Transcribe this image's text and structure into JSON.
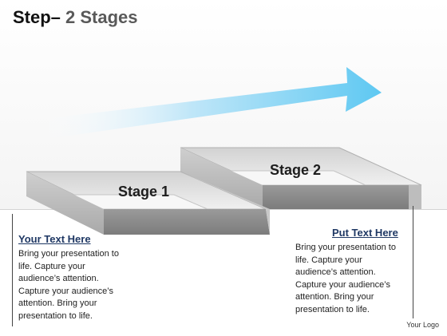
{
  "title": {
    "main": "Step–",
    "sub": " 2 Stages"
  },
  "stages": [
    {
      "label": "Stage 1"
    },
    {
      "label": "Stage 2"
    }
  ],
  "callouts": [
    {
      "heading": "Your Text Here",
      "lines": [
        "Bring your presentation to",
        "life. Capture your",
        "audience’s attention.",
        "Capture your audience’s",
        "attention. Bring your",
        "presentation to life."
      ]
    },
    {
      "heading": "Put Text Here",
      "lines": [
        "Bring your presentation to",
        "life. Capture your",
        "audience’s attention.",
        "Capture your audience’s",
        "attention. Bring your",
        "presentation to life."
      ]
    }
  ],
  "logo": "Your Logo",
  "colors": {
    "arrow": "#5ec8f2",
    "step_light": "#d7d7d7",
    "step_dark": "#8a8a8a",
    "heading": "#1f3864"
  }
}
